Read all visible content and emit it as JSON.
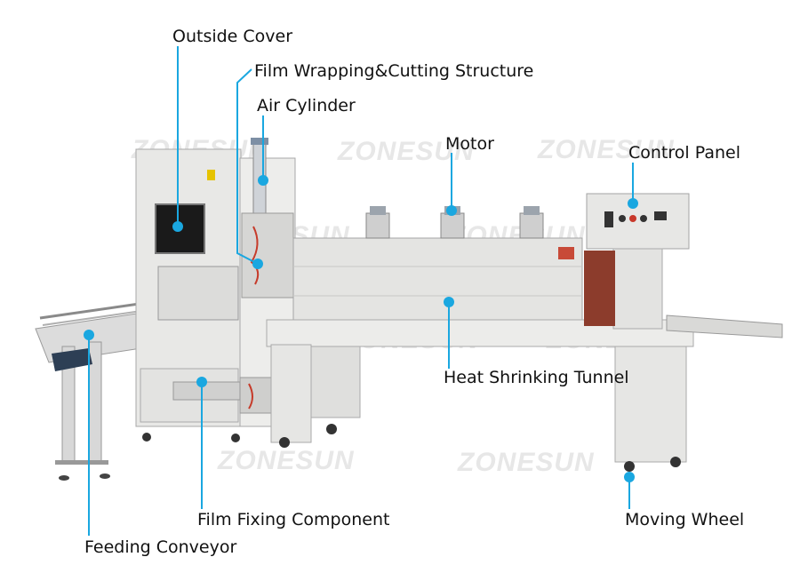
{
  "brand": {
    "watermark": "ZONESUN"
  },
  "colors": {
    "callout": "#1aa7e0",
    "machine": "#e9e9e7",
    "text": "#111111"
  },
  "labels": {
    "outside_cover": "Outside Cover",
    "film_wrapping": "Film Wrapping&Cutting Structure",
    "air_cylinder": "Air Cylinder",
    "motor": "Motor",
    "control_panel": "Control Panel",
    "heat_tunnel": "Heat Shrinking Tunnel",
    "film_fixing": "Film Fixing Component",
    "moving_wheel": "Moving Wheel",
    "feeding_conveyor": "Feeding Conveyor"
  }
}
